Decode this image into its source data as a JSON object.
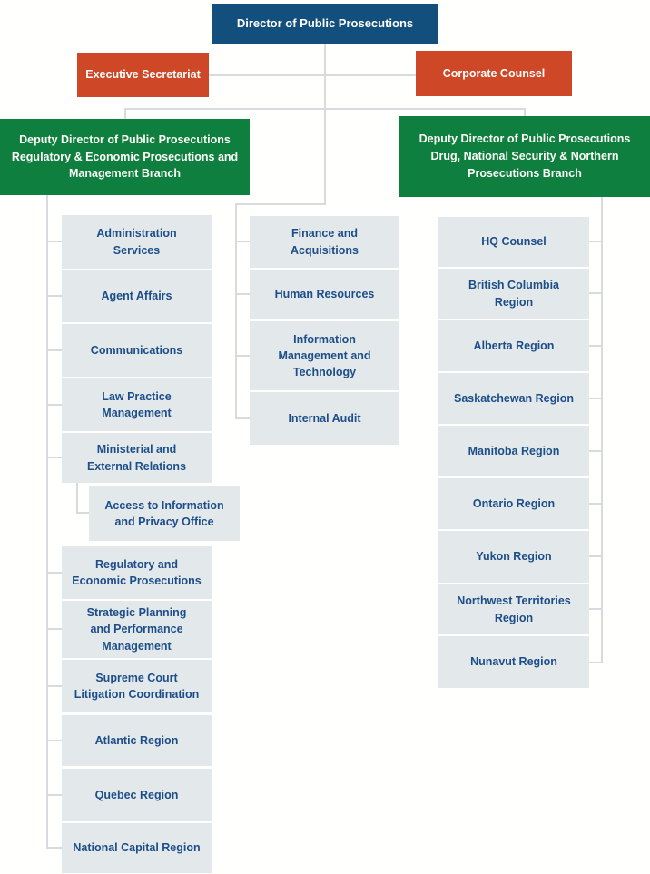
{
  "org": {
    "director": {
      "label": "Director of Public Prosecutions"
    },
    "executive_secretariat": {
      "label": "Executive Secretariat"
    },
    "corporate_counsel": {
      "label": "Corporate Counsel"
    },
    "deputy_regulatory": {
      "lines": [
        "Deputy Director of  Public Prosecutions",
        "Regulatory & Economic Prosecutions and",
        "Management Branch"
      ]
    },
    "deputy_drug": {
      "lines": [
        "Deputy Director of Public Prosecutions",
        "Drug, National Security & Northern",
        "Prosecutions Branch"
      ]
    },
    "left_column": {
      "items": [
        [
          "Administration",
          "Services"
        ],
        [
          "Agent Affairs"
        ],
        [
          "Communications"
        ],
        [
          "Law Practice",
          "Management"
        ],
        [
          "Ministerial and",
          "External Relations"
        ],
        [
          "Access to Information",
          "and Privacy Office"
        ],
        [
          "Regulatory and",
          "Economic Prosecutions"
        ],
        [
          "Strategic Planning",
          "and Performance",
          "Management"
        ],
        [
          "Supreme Court",
          "Litigation Coordination"
        ],
        [
          "Atlantic Region"
        ],
        [
          "Quebec Region"
        ],
        [
          "National Capital Region"
        ]
      ]
    },
    "middle_column": {
      "items": [
        [
          "Finance and",
          "Acquisitions"
        ],
        [
          "Human Resources"
        ],
        [
          "Information",
          "Management and",
          "Technology"
        ],
        [
          "Internal Audit"
        ]
      ]
    },
    "right_column": {
      "items": [
        [
          "HQ Counsel"
        ],
        [
          "British Columbia",
          "Region"
        ],
        [
          "Alberta Region"
        ],
        [
          "Saskatchewan Region"
        ],
        [
          "Manitoba Region"
        ],
        [
          "Ontario Region"
        ],
        [
          "Yukon Region"
        ],
        [
          "Northwest Territories",
          "Region"
        ],
        [
          "Nunavut Region"
        ]
      ]
    }
  },
  "colors": {
    "director_blue": "#134f7d",
    "secretariat_orange": "#ce4727",
    "deputy_green": "#0e7f3e",
    "unit_gray": "#e3e8ea",
    "unit_text_navy": "#1d4e89",
    "connector_gray": "#d8dbdd"
  }
}
